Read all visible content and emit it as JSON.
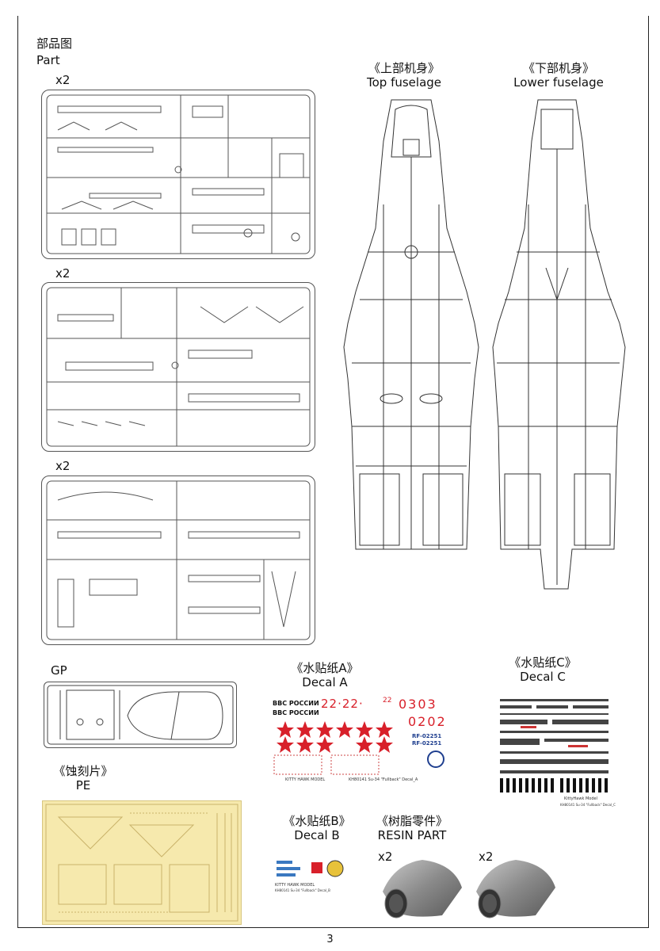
{
  "parts": {
    "title_cn": "部品图",
    "title_en": "Part",
    "qty": [
      "x2",
      "x2",
      "x2"
    ]
  },
  "fuselage": {
    "top_cn": "《上部机身》",
    "top_en": "Top fuselage",
    "lower_cn": "《下部机身》",
    "lower_en": "Lower fuselage"
  },
  "gp": {
    "label": "GP"
  },
  "pe": {
    "label_cn": "《蚀刻片》",
    "label_en": "PE"
  },
  "decal_a": {
    "label_cn": "《水贴纸A》",
    "label_en": "Decal A",
    "text_1": "ВВС РОССИИ",
    "text_2": "ВВС РОССИИ",
    "numbers_1": "22·22·",
    "numbers_2": "22",
    "numbers_3": "0303",
    "numbers_4": "0202",
    "reg_1": "RF-02251",
    "reg_2": "RF-02251",
    "footer_1": "KITTY HAWK MODEL",
    "footer_2": "KH80141 Su-34 \"Fullback\" Decal_A"
  },
  "decal_b": {
    "label_cn": "《水贴纸B》",
    "label_en": "Decal B",
    "footer_1": "KITTY HAWK MODEL",
    "footer_2": "KH80141 Su-34 \"Fullback\" Decal_B"
  },
  "decal_c": {
    "label_cn": "《水贴纸C》",
    "label_en": "Decal C",
    "footer_1": "KittyHawk Model",
    "footer_2": "KH80141 Su-34 \"Fullback\" Decal_C"
  },
  "resin": {
    "label_cn": "《树脂零件》",
    "label_en": "RESIN PART",
    "qty_1": "x2",
    "qty_2": "x2"
  },
  "page": {
    "number": "3"
  },
  "colors": {
    "pe_brass": "#f6e9ad",
    "decal_red": "#d8202a",
    "decal_blue": "#1f3f8f"
  }
}
